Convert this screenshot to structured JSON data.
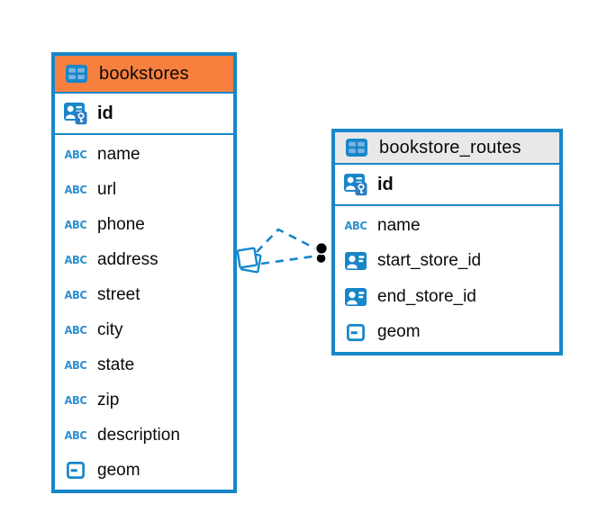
{
  "diagram": {
    "type": "entity-relationship",
    "colors": {
      "accent_blue": "#1787C9",
      "header_orange": "#F8803F",
      "header_gray": "#E8E8E8",
      "text": "#0A0A0A",
      "relationship_line": "#1787C9",
      "relationship_dot": "#000000"
    },
    "icons": {
      "text_type_label": "ABC"
    },
    "tables": [
      {
        "title": "bookstores",
        "header_style": "orange",
        "id_field": {
          "label": "id"
        },
        "columns": [
          {
            "label": "name",
            "type": "text"
          },
          {
            "label": "url",
            "type": "text"
          },
          {
            "label": "phone",
            "type": "text"
          },
          {
            "label": "address",
            "type": "text"
          },
          {
            "label": "street",
            "type": "text"
          },
          {
            "label": "city",
            "type": "text"
          },
          {
            "label": "state",
            "type": "text"
          },
          {
            "label": "zip",
            "type": "text"
          },
          {
            "label": "description",
            "type": "text"
          },
          {
            "label": "geom",
            "type": "geometry"
          }
        ]
      },
      {
        "title": "bookstore_routes",
        "header_style": "gray",
        "id_field": {
          "label": "id"
        },
        "columns": [
          {
            "label": "name",
            "type": "text"
          },
          {
            "label": "start_store_id",
            "type": "reference"
          },
          {
            "label": "end_store_id",
            "type": "reference"
          },
          {
            "label": "geom",
            "type": "geometry"
          }
        ]
      }
    ],
    "relationships": [
      {
        "from": "bookstore_routes.start_store_id",
        "to": "bookstores.id",
        "style": "dashed"
      },
      {
        "from": "bookstore_routes.end_store_id",
        "to": "bookstores.id",
        "style": "dashed"
      }
    ]
  }
}
